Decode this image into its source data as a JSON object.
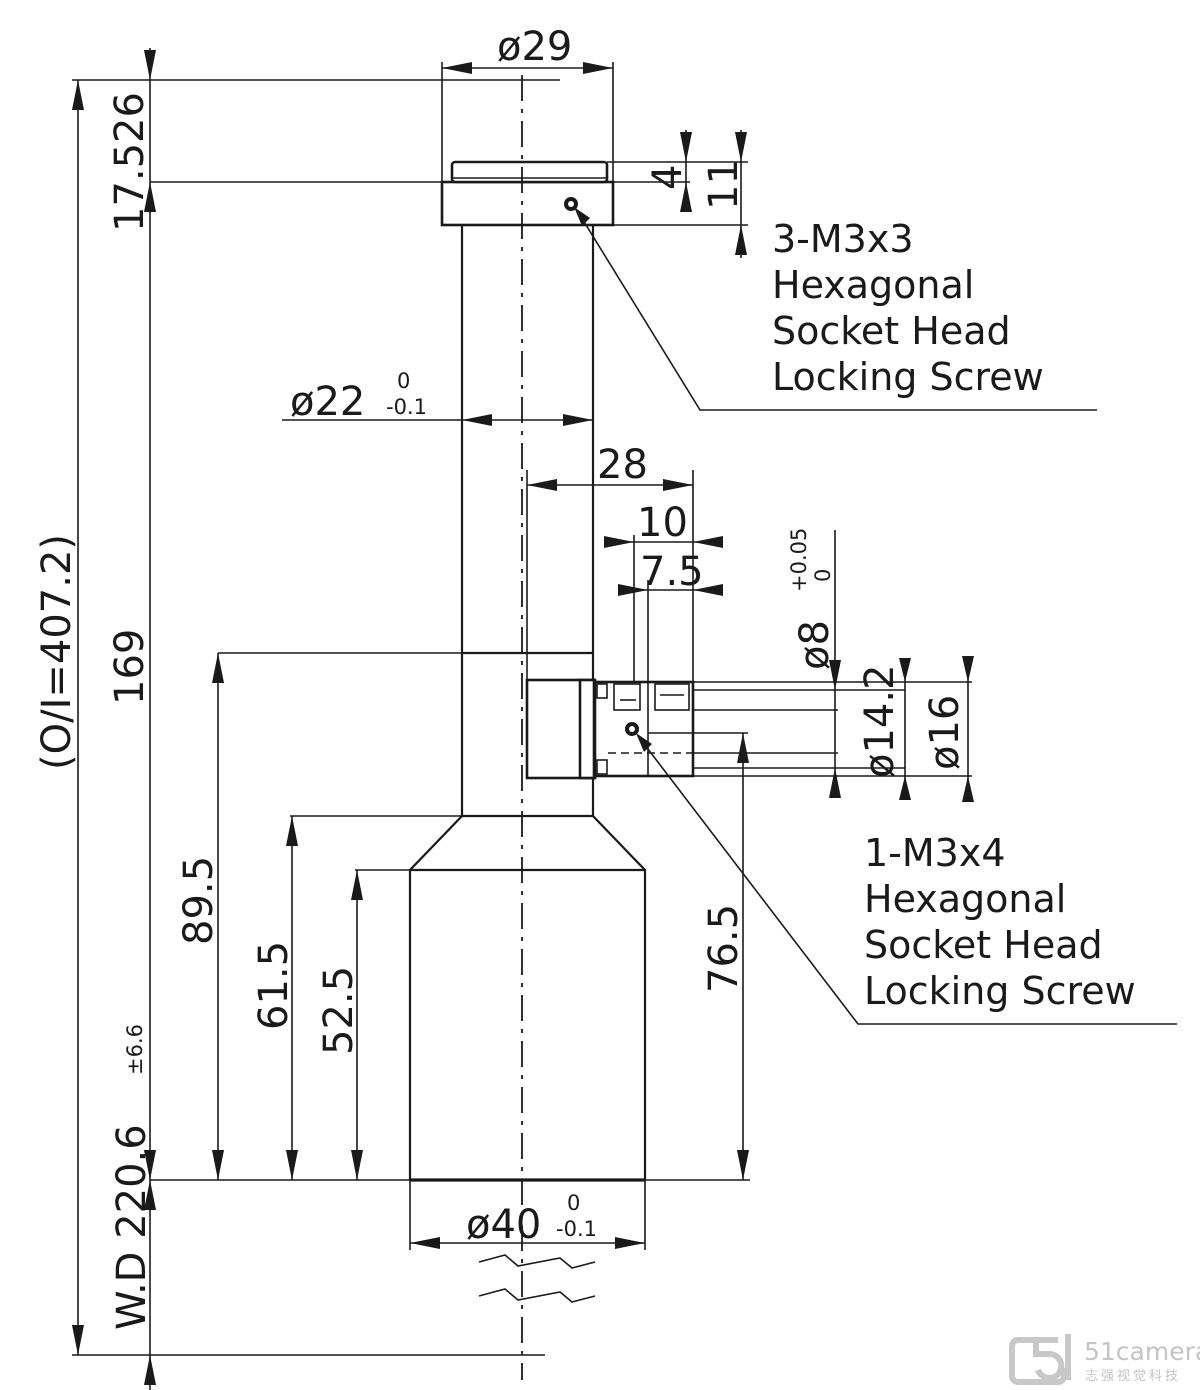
{
  "drawing": {
    "title": "Telecentric lens outline drawing",
    "units": "mm",
    "dimensions": {
      "top_diameter": "ø29",
      "tube_diameter": "ø22",
      "tube_diameter_tol_upper": "0",
      "tube_diameter_tol_lower": "-0.1",
      "front_diameter": "ø40",
      "front_diameter_tol_upper": "0",
      "front_diameter_tol_lower": "-0.1",
      "mount_height": "17.526",
      "flange_total": "11",
      "flange_ring": "4",
      "side_offset": "28",
      "side_port_width": "10",
      "side_port_inner": "7.5",
      "port_bore": "ø8",
      "port_bore_tol_upper": "+0.05",
      "port_bore_tol_lower": "0",
      "port_dia_1": "ø14.2",
      "port_dia_2": "ø16",
      "body_length": "169",
      "port_height": "89.5",
      "cone_height": "61.5",
      "front_height": "52.5",
      "port_axis_height": "76.5",
      "object_to_image": "(O/I=407.2)",
      "working_distance": "W.D 220.6",
      "working_distance_tol": "±6.6"
    },
    "notes": [
      {
        "lines": [
          "3-M3x3",
          "Hexagonal",
          "Socket Head",
          "Locking Screw"
        ]
      },
      {
        "lines": [
          "1-M3x4",
          "Hexagonal",
          "Socket Head",
          "Locking Screw"
        ]
      }
    ]
  },
  "watermark": {
    "brand": "51camera",
    "subtitle": "志强视觉科技"
  }
}
